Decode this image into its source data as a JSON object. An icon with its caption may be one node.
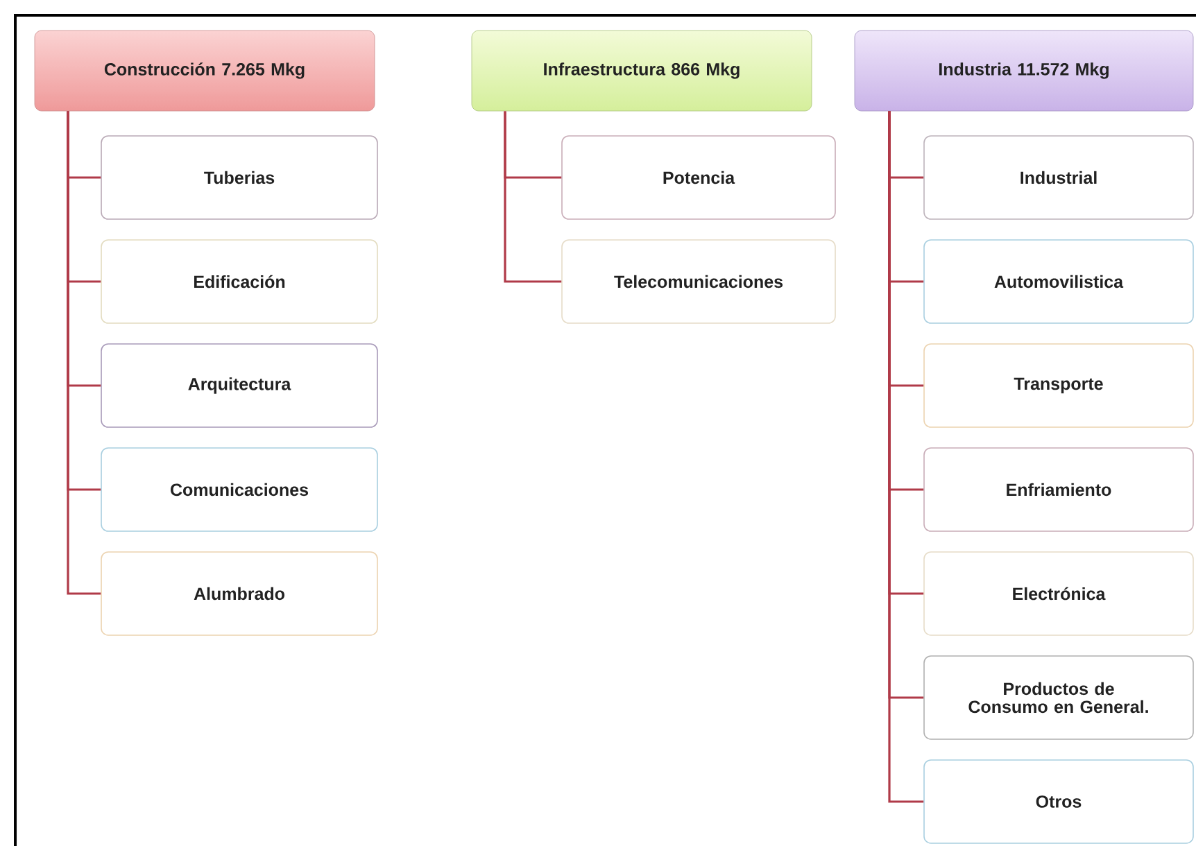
{
  "diagram": {
    "nodes": [
      {
        "text": [
          "Construcción 7.265 Mkg"
        ]
      },
      {
        "text": [
          "Tuberias"
        ]
      },
      {
        "text": [
          "Edificación"
        ]
      },
      {
        "text": [
          "Arquitectura"
        ]
      },
      {
        "text": [
          "Comunicaciones"
        ]
      },
      {
        "text": [
          "Alumbrado"
        ]
      },
      {
        "text": [
          "Infraestructura 866 Mkg"
        ]
      },
      {
        "text": [
          "Potencia"
        ]
      },
      {
        "text": [
          "Telecomunicaciones"
        ]
      },
      {
        "text": [
          "Industria 11.572 Mkg"
        ]
      },
      {
        "text": [
          "Industrial"
        ]
      },
      {
        "text": [
          "Automovilistica"
        ]
      },
      {
        "text": [
          "Transporte"
        ]
      },
      {
        "text": [
          "Enfriamiento"
        ]
      },
      {
        "text": [
          "Electrónica"
        ]
      },
      {
        "text": [
          "Productos de Consumo en General."
        ]
      },
      {
        "text": [
          "Otros"
        ]
      }
    ],
    "edges": [
      {
        "from": 0,
        "to": 1,
        "arrow": "none"
      },
      {
        "from": 0,
        "to": 2,
        "arrow": "none"
      },
      {
        "from": 0,
        "to": 3,
        "arrow": "none"
      },
      {
        "from": 0,
        "to": 4,
        "arrow": "none"
      },
      {
        "from": 0,
        "to": 5,
        "arrow": "none"
      },
      {
        "from": 6,
        "to": 7,
        "arrow": "none"
      },
      {
        "from": 6,
        "to": 8,
        "arrow": "none"
      },
      {
        "from": 9,
        "to": 10,
        "arrow": "none"
      },
      {
        "from": 9,
        "to": 11,
        "arrow": "none"
      },
      {
        "from": 9,
        "to": 12,
        "arrow": "none"
      },
      {
        "from": 9,
        "to": 13,
        "arrow": "none"
      },
      {
        "from": 9,
        "to": 14,
        "arrow": "none"
      },
      {
        "from": 9,
        "to": 15,
        "arrow": "none"
      },
      {
        "from": 9,
        "to": 16,
        "arrow": "none"
      }
    ]
  }
}
